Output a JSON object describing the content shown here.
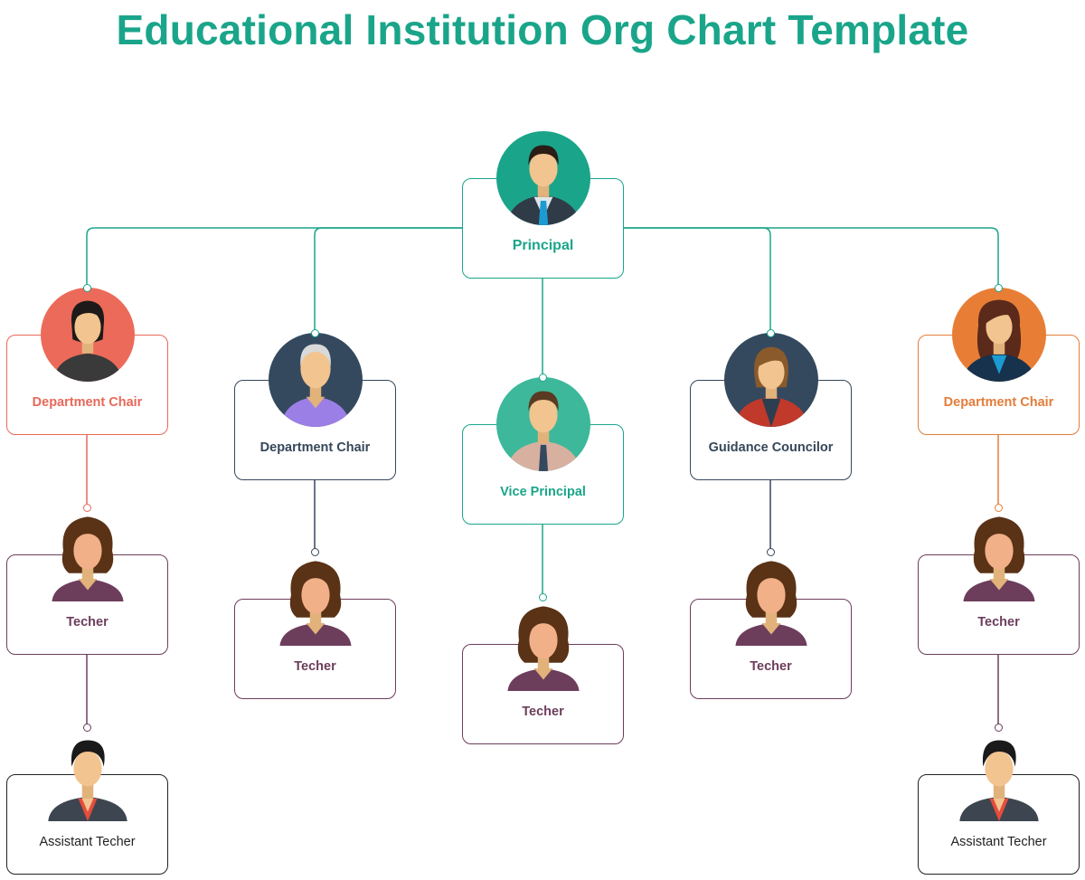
{
  "title": "Educational Institution Org Chart Template",
  "colors": {
    "title": "#1aa58a",
    "teal": "#1aa58a",
    "coral": "#e8685a",
    "navy": "#35475a",
    "orange": "#e27d3a",
    "plum": "#6d3d5c",
    "black": "#222222"
  },
  "nodes": {
    "principal": {
      "label": "Principal",
      "icon": "man-suit-avatar"
    },
    "chair_left": {
      "label": "Department Chair",
      "icon": "woman-avatar"
    },
    "chair_2": {
      "label": "Department Chair",
      "icon": "older-man-avatar"
    },
    "vice_principal": {
      "label": "Vice Principal",
      "icon": "man-tie-avatar"
    },
    "guidance": {
      "label": "Guidance Councilor",
      "icon": "woman-blazer-avatar"
    },
    "chair_right": {
      "label": "Department Chair",
      "icon": "woman-long-hair-avatar"
    },
    "teacher_1": {
      "label": "Techer",
      "icon": "woman-curly-hair-avatar"
    },
    "teacher_2": {
      "label": "Techer",
      "icon": "woman-curly-hair-avatar"
    },
    "teacher_3": {
      "label": "Techer",
      "icon": "woman-curly-hair-avatar"
    },
    "teacher_4": {
      "label": "Techer",
      "icon": "woman-curly-hair-avatar"
    },
    "teacher_5": {
      "label": "Techer",
      "icon": "woman-curly-hair-avatar"
    },
    "assistant_left": {
      "label": "Assistant Techer",
      "icon": "man-jacket-avatar"
    },
    "assistant_right": {
      "label": "Assistant Techer",
      "icon": "man-jacket-avatar"
    }
  }
}
